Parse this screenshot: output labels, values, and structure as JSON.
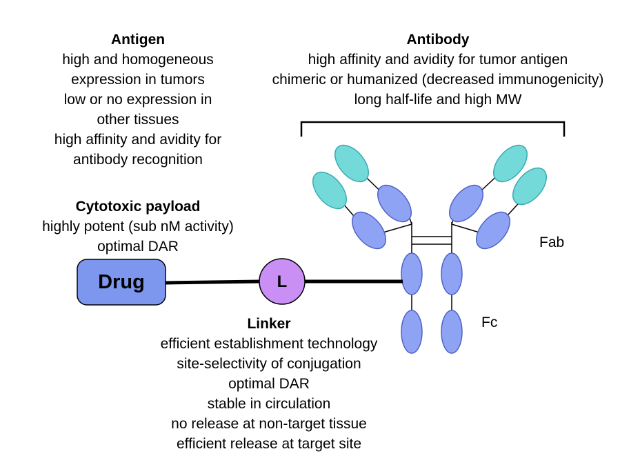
{
  "antigen": {
    "title": "Antigen",
    "lines": [
      "high and homogeneous",
      "expression in tumors",
      "low or no expression in",
      "other tissues",
      "high affinity and avidity for",
      "antibody recognition"
    ]
  },
  "antibody": {
    "title": "Antibody",
    "lines": [
      "high affinity and avidity for tumor antigen",
      "chimeric or humanized (decreased immunogenicity)",
      "long half-life and high MW"
    ]
  },
  "payload": {
    "title": "Cytotoxic payload",
    "lines": [
      "highly potent (sub nM activity)",
      "optimal DAR"
    ]
  },
  "linker": {
    "title": "Linker",
    "lines": [
      "efficient establishment technology",
      "site-selectivity of conjugation",
      "optimal DAR",
      "stable in circulation",
      "no release at non-target tissue",
      "efficient release at target site"
    ]
  },
  "diagram": {
    "drug_label": "Drug",
    "linker_symbol": "L",
    "fab_label": "Fab",
    "fc_label": "Fc",
    "colors": {
      "heavy_domain": "#8fa3f5",
      "light_domain": "#74d9d9",
      "domain_stroke": "#4f62c6",
      "light_stroke": "#39aab1",
      "drug_fill": "#7d97ef",
      "linker_fill": "#c98ff5"
    }
  }
}
